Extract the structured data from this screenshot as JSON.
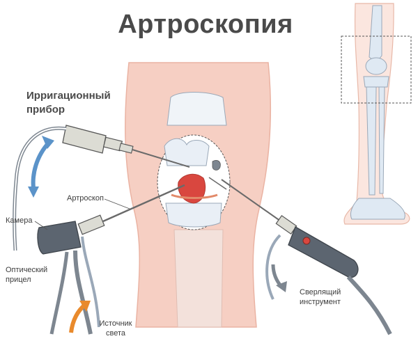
{
  "title": "Артроскопия",
  "labels": {
    "irrigation": "Ирригационный прибор",
    "arthroscope": "Артроскоп",
    "camera": "Камера",
    "optic": "Оптический прицел",
    "light": "Источник света",
    "drill": "Сверлящий инструмент"
  },
  "colors": {
    "skin": "#f6cfc3",
    "skin_dark": "#eab3a3",
    "bone": "#f0f4f8",
    "bone_outline": "#9aa8b8",
    "joint_fill": "#ffffff",
    "tool_dark": "#5c6570",
    "tool_light": "#dcdcd4",
    "cable": "#7d8690",
    "arrow_blue": "#5b93c9",
    "arrow_orange": "#e98a2c",
    "leg_fill": "#fbe6df",
    "leg_bone": "#dfe9f3"
  }
}
